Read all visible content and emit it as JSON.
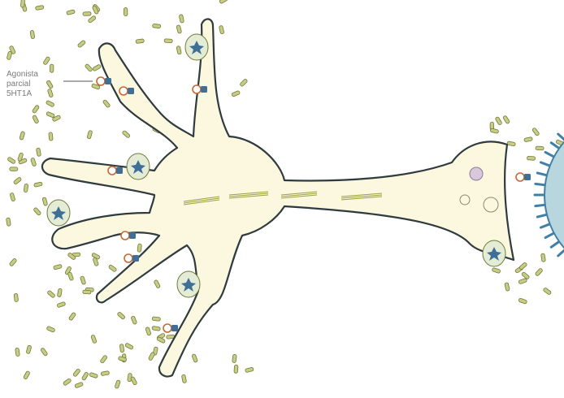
{
  "label": {
    "line1": "Agonista",
    "line2": "parcial",
    "line3": "5HT1A"
  },
  "colors": {
    "neuron_fill": "#fbf8df",
    "neuron_outline": "#2f3b3f",
    "molecule_fill": "#c9cc84",
    "molecule_stroke": "#6d7a38",
    "receptor_blue": "#3f6f97",
    "agonist_ring": "#c9672f",
    "postsynaptic_fill": "#b8d6dd",
    "postsynaptic_spikes": "#3f7fa8",
    "leader_line": "#555555"
  },
  "icons": {
    "receptor": "receptor-icon",
    "partial_agonist": "partial-agonist-icon",
    "neurotransmitter": "neurotransmitter-capsule-icon"
  }
}
